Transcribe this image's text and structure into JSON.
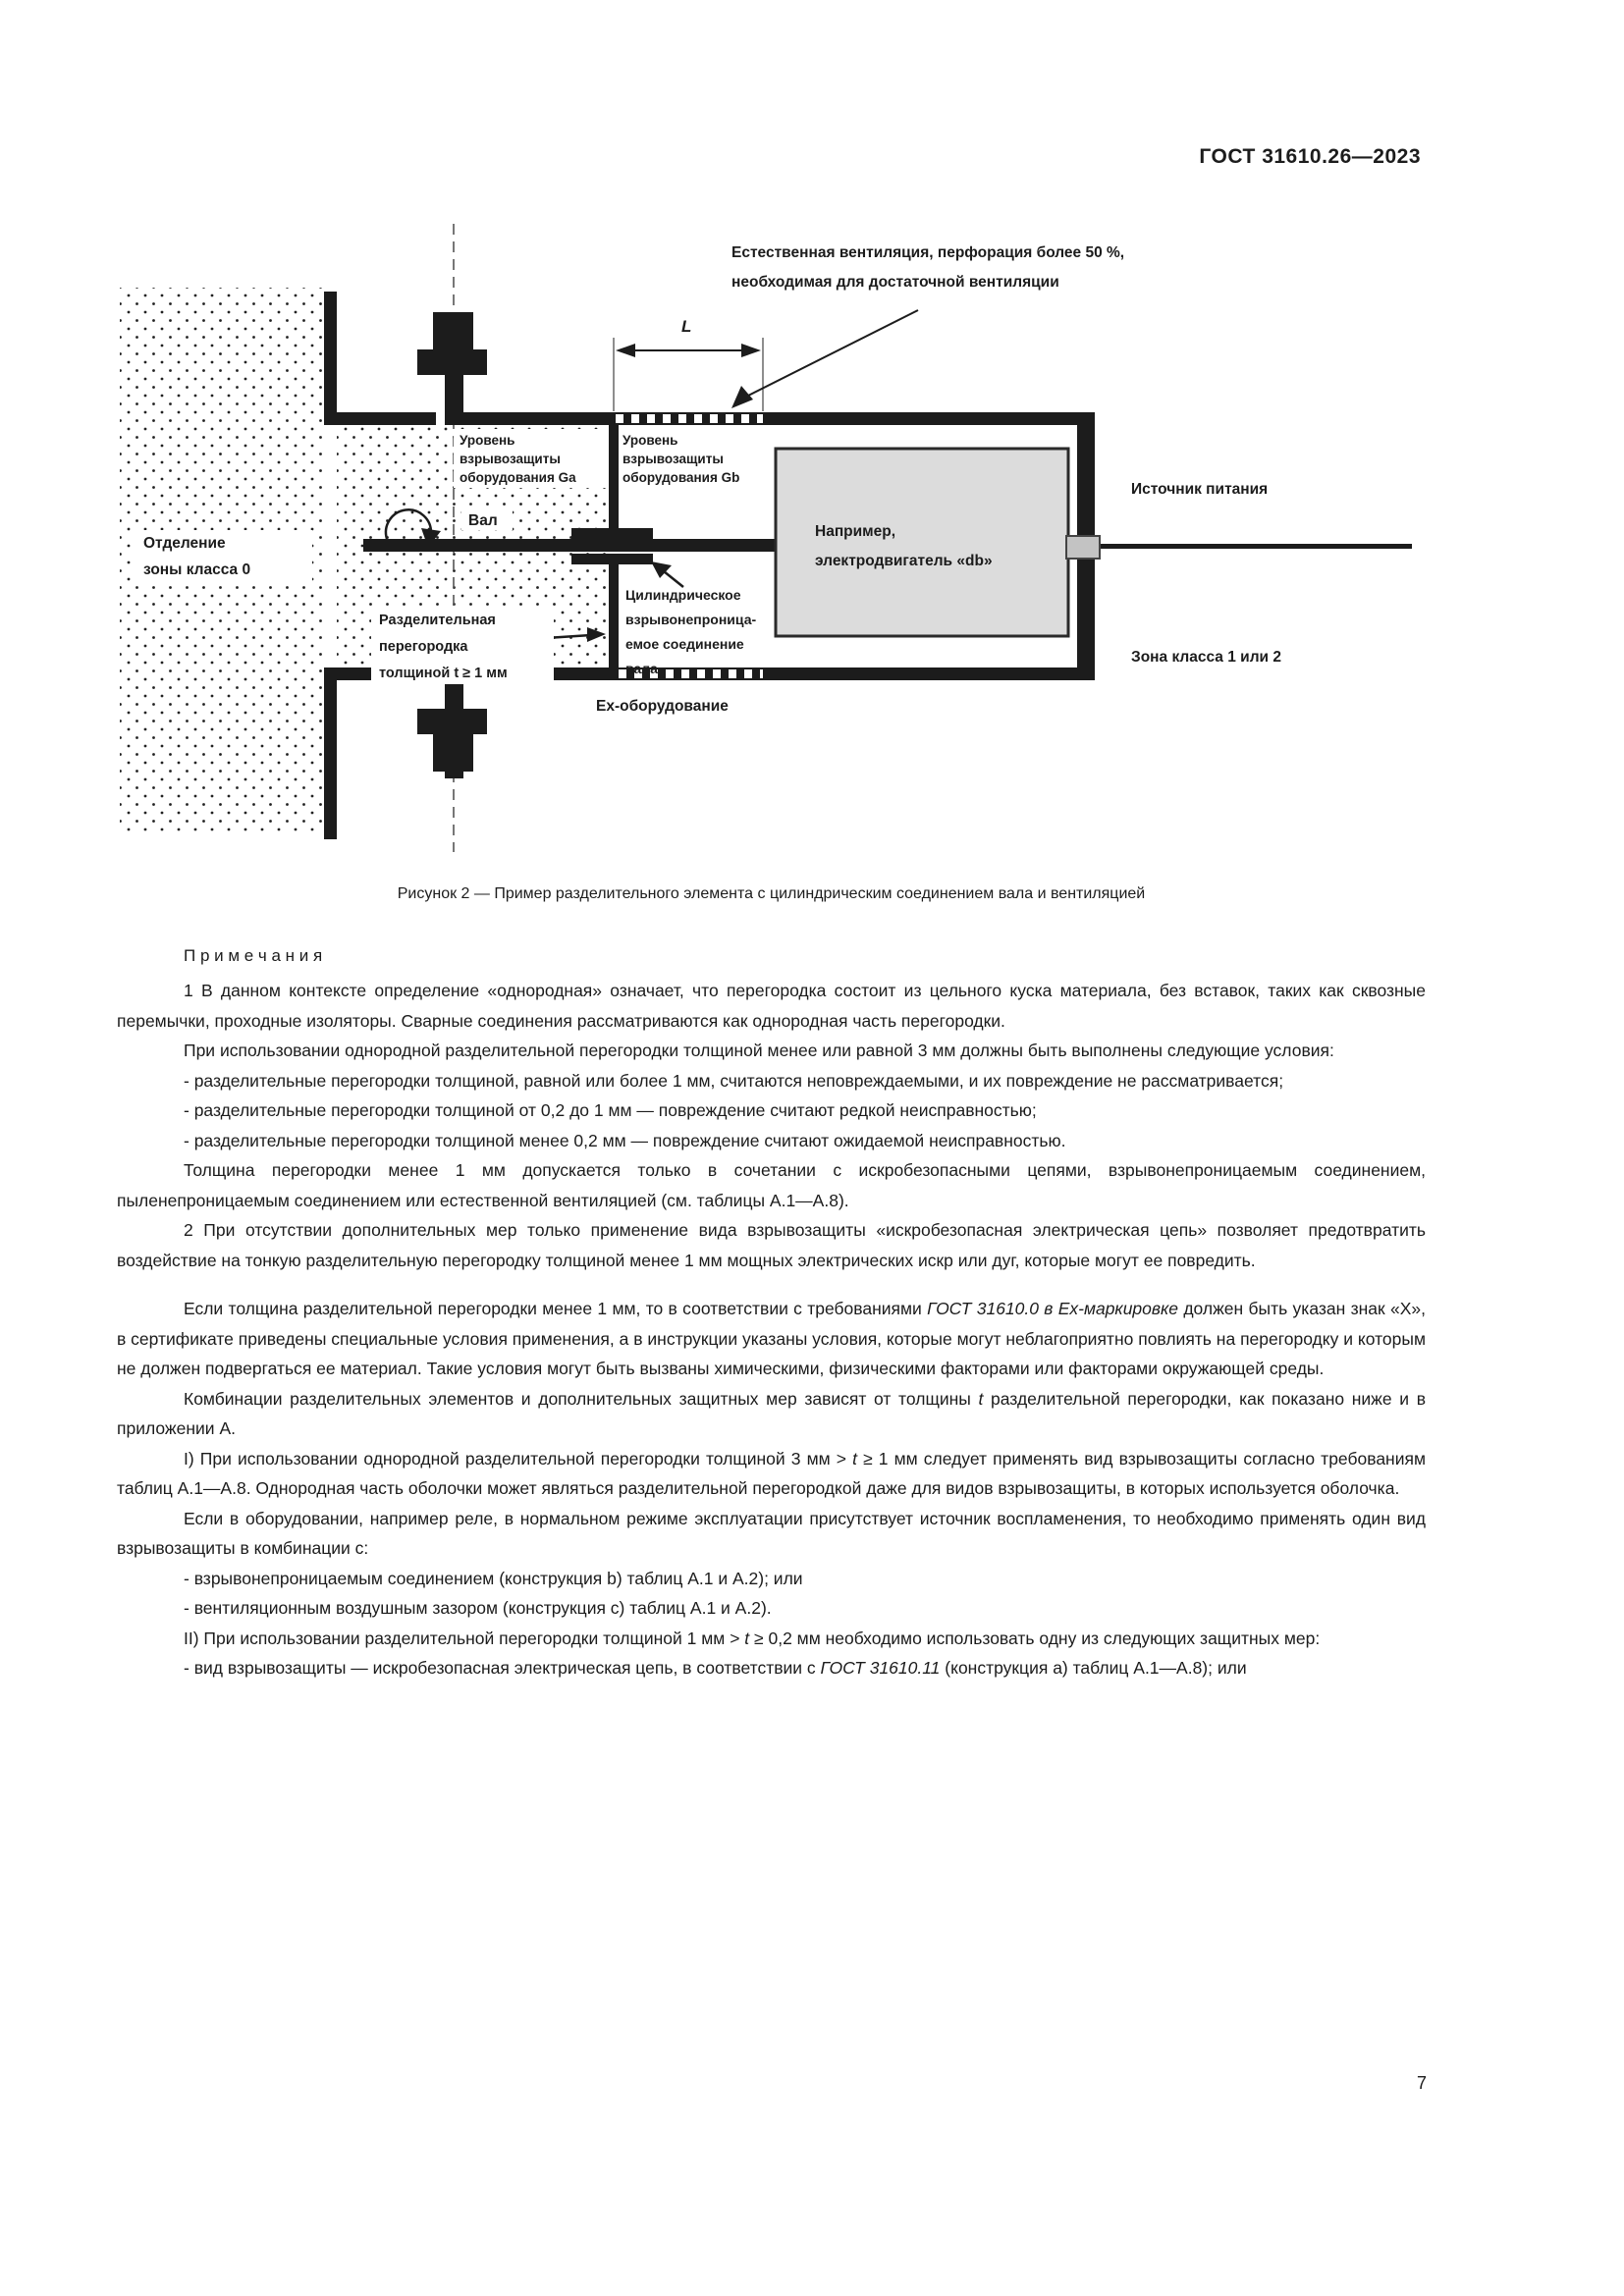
{
  "page": {
    "header": "ГОСТ 31610.26—2023",
    "number": "7"
  },
  "figure": {
    "caption": "Рисунок 2 — Пример разделительного элемента с цилиндрическим соединением вала и вентиляцией",
    "labels": {
      "natural_ventilation_1": "Естественная вентиляция, перфорация более 50 %,",
      "natural_ventilation_2": "необходимая для достаточной вентиляции",
      "dim_l": "L",
      "epl_ga": [
        "Уровень",
        "взрывозащиты",
        "оборудования Ga"
      ],
      "epl_gb": [
        "Уровень",
        "взрывозащиты",
        "оборудования Gb"
      ],
      "shaft": "Вал",
      "zone0": [
        "Отделение",
        "зоны класса 0"
      ],
      "partition": [
        "Разделительная",
        "перегородка",
        "толщиной t ≥ 1 мм"
      ],
      "joint": [
        "Цилиндрическое",
        "взрывонепроница-",
        "емое соединение",
        "вала"
      ],
      "ex_equipment": "Ex-оборудование",
      "motor": [
        "Например,",
        "электродвигатель «db»"
      ],
      "power_source": "Источник питания",
      "zone12": "Зона класса 1 или 2"
    },
    "colors": {
      "ink": "#1c1c1c",
      "motor_fill": "#dcdcdc",
      "connector_fill": "#c3c3c3"
    }
  },
  "notes": {
    "heading": "П р и м е ч а н и я",
    "paragraphs": [
      "1 В данном контексте определение «однородная» означает, что перегородка состоит из цельного куска материала, без вставок, таких как сквозные перемычки, проходные изоляторы. Сварные соединения рассматриваются как однородная часть перегородки.",
      "При использовании однородной разделительной перегородки толщиной менее или равной 3 мм должны быть выполнены следующие условия:",
      "- разделительные перегородки толщиной, равной или более 1 мм, считаются неповреждаемыми, и их повреждение не рассматривается;",
      "- разделительные перегородки толщиной от 0,2 до 1 мм — повреждение считают редкой неисправностью;",
      "- разделительные перегородки толщиной менее 0,2 мм — повреждение считают ожидаемой неисправностью.",
      "Толщина перегородки менее 1 мм допускается только в сочетании с искробезопасными цепями, взрывонепроницаемым соединением, пыленепроницаемым соединением или естественной вентиляцией (см. таблицы А.1—А.8).",
      "2 При отсутствии дополнительных мер только применение вида взрывозащиты «искробезопасная электрическая цепь» позволяет предотвратить воздействие на тонкую разделительную перегородку толщиной менее 1 мм мощных электрических искр или дуг, которые могут ее повредить."
    ]
  },
  "body": {
    "paragraphs": [
      {
        "gap": true,
        "runs": [
          {
            "t": "Если толщина разделительной перегородки менее 1 мм, то в соответствии с требованиями "
          },
          {
            "t": "ГОСТ 31610.0 в Ex-маркировке",
            "i": true
          },
          {
            "t": " должен быть указан знак «Х», в сертификате приведены специальные условия применения, а в инструкции указаны условия, которые могут неблагоприятно повлиять на перегородку и которым не должен подвергаться ее материал. Такие условия могут быть вызваны химическими, физическими факторами или факторами окружающей среды."
          }
        ]
      },
      {
        "runs": [
          {
            "t": "Комбинации разделительных элементов и дополнительных защитных мер зависят от толщины "
          },
          {
            "t": "t",
            "i": true
          },
          {
            "t": " разделительной перегородки, как показано ниже и в приложении А."
          }
        ]
      },
      {
        "runs": [
          {
            "t": "I) При использовании однородной разделительной перегородки толщиной 3 мм > "
          },
          {
            "t": "t",
            "i": true
          },
          {
            "t": " ≥ 1 мм следует применять вид взрывозащиты согласно требованиям таблиц А.1—А.8. Однородная часть оболочки может являться разделительной перегородкой даже для видов взрывозащиты, в которых используется оболочка."
          }
        ]
      },
      {
        "runs": [
          {
            "t": "Если в оборудовании, например реле, в нормальном режиме эксплуатации присутствует источник воспламенения, то необходимо применять один вид взрывозащиты в комбинации с:"
          }
        ]
      },
      {
        "runs": [
          {
            "t": "- взрывонепроницаемым соединением (конструкция b) таблиц А.1 и А.2); или"
          }
        ]
      },
      {
        "runs": [
          {
            "t": "- вентиляционным воздушным зазором (конструкция c) таблиц А.1 и А.2)."
          }
        ]
      },
      {
        "runs": [
          {
            "t": "II) При использовании разделительной перегородки толщиной 1 мм > "
          },
          {
            "t": "t",
            "i": true
          },
          {
            "t": " ≥ 0,2 мм необходимо использовать одну из следующих защитных мер:"
          }
        ]
      },
      {
        "runs": [
          {
            "t": "- вид взрывозащиты — искробезопасная электрическая цепь, в соответствии с "
          },
          {
            "t": "ГОСТ 31610.11",
            "i": true
          },
          {
            "t": " (конструкция а) таблиц А.1—А.8); или"
          }
        ]
      }
    ]
  }
}
